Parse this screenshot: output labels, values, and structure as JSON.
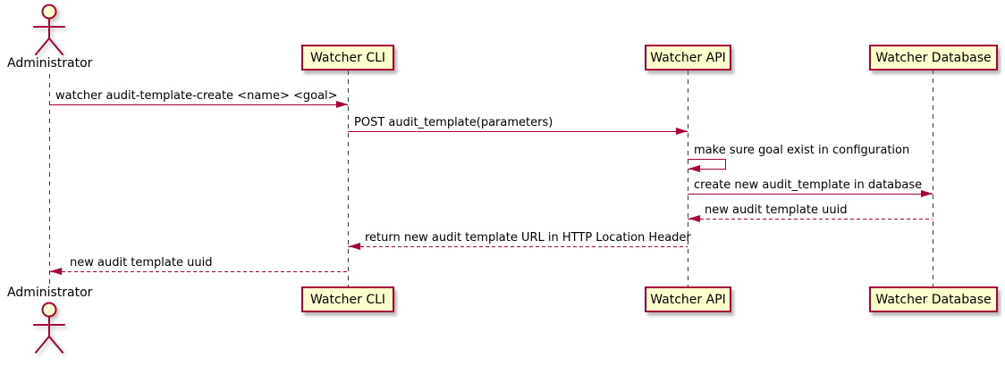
{
  "diagram": {
    "type": "sequence",
    "actor": {
      "name": "Administrator"
    },
    "participants": [
      {
        "label": "Watcher CLI"
      },
      {
        "label": "Watcher API"
      },
      {
        "label": "Watcher Database"
      }
    ],
    "messages": [
      {
        "from": "Administrator",
        "to": "Watcher CLI",
        "label": "watcher audit-template-create <name> <goal>",
        "line": "solid"
      },
      {
        "from": "Watcher CLI",
        "to": "Watcher API",
        "label": "POST audit_template(parameters)",
        "line": "solid"
      },
      {
        "from": "Watcher API",
        "to": "Watcher API",
        "label": "make sure goal exist in configuration",
        "line": "self"
      },
      {
        "from": "Watcher API",
        "to": "Watcher Database",
        "label": "create new audit_template in database",
        "line": "solid"
      },
      {
        "from": "Watcher Database",
        "to": "Watcher API",
        "label": "new audit template uuid",
        "line": "dashed"
      },
      {
        "from": "Watcher API",
        "to": "Watcher CLI",
        "label": "return new audit template URL in HTTP Location Header",
        "line": "dashed"
      },
      {
        "from": "Watcher CLI",
        "to": "Administrator",
        "label": "new audit template uuid",
        "line": "dashed"
      }
    ],
    "colors": {
      "stroke": "#A80036",
      "participant_fill": "#FEFECE",
      "text": "#000000",
      "background": "#FFFFFF"
    }
  }
}
